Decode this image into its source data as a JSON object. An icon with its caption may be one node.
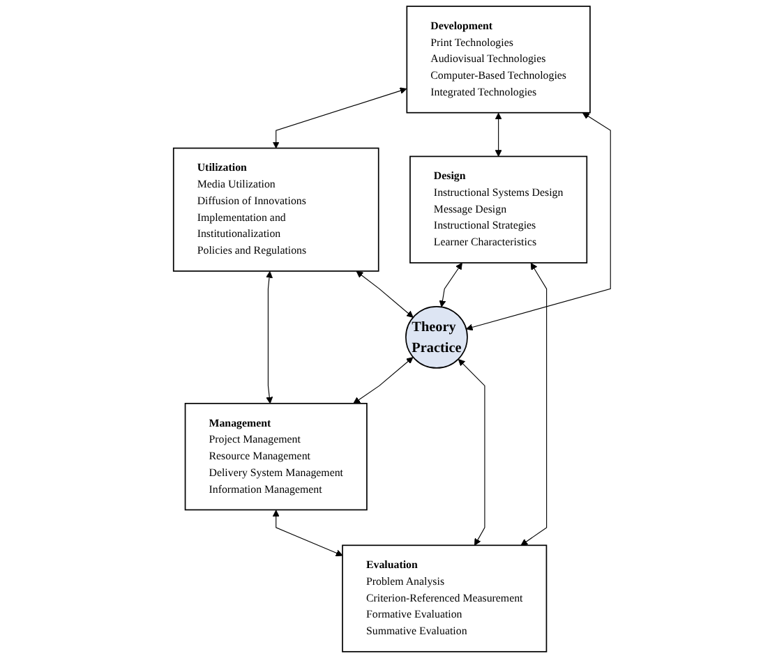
{
  "diagram": {
    "nodes": [
      {
        "text": [
          "Development",
          "Print Technologies",
          "Audiovisual Technologies",
          "Computer-Based Technologies",
          "Integrated Technologies"
        ]
      },
      {
        "text": [
          "Utilization",
          "Media Utilization",
          "Diffusion of Innovations",
          "Implementation and Institutionalization",
          "Policies and Regulations"
        ]
      },
      {
        "text": [
          "Design",
          "Instructional Systems Design",
          "Message Design",
          "Instructional Strategies",
          "Learner Characteristics"
        ]
      },
      {
        "text": [
          "Theory",
          "Practice"
        ]
      },
      {
        "text": [
          "Management",
          "Project Management",
          "Resource Management",
          "Delivery System Management",
          "Information Management"
        ]
      },
      {
        "text": [
          "Evaluation",
          "Problem Analysis",
          "Criterion-Referenced Measurement",
          "Formative Evaluation",
          "Summative Evaluation"
        ]
      }
    ],
    "edges": [
      {
        "from": 0,
        "to": 1,
        "arrow": "both"
      },
      {
        "from": 0,
        "to": 2,
        "arrow": "both"
      },
      {
        "from": 1,
        "to": 4,
        "arrow": "both"
      },
      {
        "from": 0,
        "to": 3,
        "arrow": "both"
      },
      {
        "from": 1,
        "to": 3,
        "arrow": "both"
      },
      {
        "from": 2,
        "to": 3,
        "arrow": "both"
      },
      {
        "from": 3,
        "to": 4,
        "arrow": "both"
      },
      {
        "from": 3,
        "to": 5,
        "arrow": "both"
      },
      {
        "from": 2,
        "to": 5,
        "arrow": "both"
      },
      {
        "from": 4,
        "to": 5,
        "arrow": "both"
      }
    ]
  }
}
